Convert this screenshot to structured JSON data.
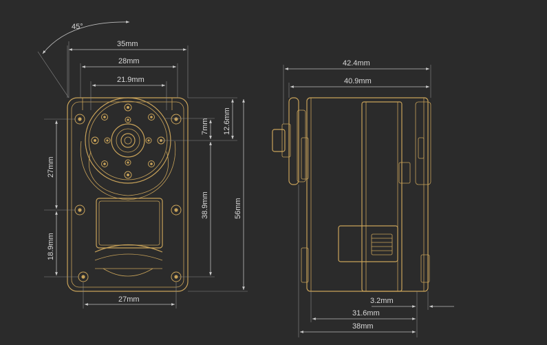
{
  "front_view": {
    "angle_label": "45°",
    "dims": {
      "width_35": "35mm",
      "width_28": "28mm",
      "width_21_9": "21.9mm",
      "height_12_6": "12.6mm",
      "height_7": "7mm",
      "height_27_left": "27mm",
      "height_18_9": "18.9mm",
      "height_38_9": "38.9mm",
      "height_56": "56mm",
      "width_27_bottom": "27mm"
    }
  },
  "side_view": {
    "dims": {
      "width_42_4": "42.4mm",
      "width_40_9": "40.9mm",
      "width_3_2": "3.2mm",
      "width_31_6": "31.6mm",
      "width_38": "38mm"
    }
  },
  "colors": {
    "background": "#2b2b2b",
    "part_outline": "#c9a35a",
    "dimension": "#bdbdbd"
  }
}
